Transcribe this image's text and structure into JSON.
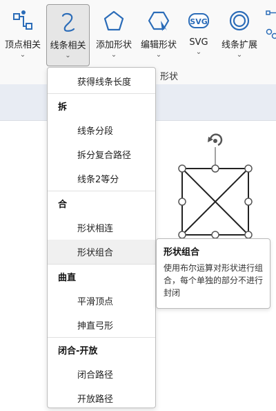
{
  "ribbon": {
    "buttons": [
      {
        "label": "顶点相关",
        "icon": "vertex-icon"
      },
      {
        "label": "线条相关",
        "icon": "curve-line-icon",
        "active": true
      },
      {
        "label": "添加形状",
        "icon": "pentagon-icon"
      },
      {
        "label": "编辑形状",
        "icon": "edit-shape-icon"
      },
      {
        "label": "SVG",
        "icon": "svg-icon",
        "icon_text": "SVG"
      },
      {
        "label": "线条扩展",
        "icon": "circle-ring-icon"
      }
    ],
    "group_label": "形状",
    "accent": "#2b6cb8"
  },
  "menu": {
    "top_item": "获得线条长度",
    "sections": [
      {
        "header": "拆",
        "items": [
          "线条分段",
          "拆分复合路径",
          "线条2等分"
        ]
      },
      {
        "header": "合",
        "items": [
          "形状相连",
          "形状组合"
        ]
      },
      {
        "header": "曲直",
        "items": [
          "平滑顶点",
          "抻直弓形"
        ]
      },
      {
        "header": "闭合-开放",
        "items": [
          "闭合路径",
          "开放路径"
        ]
      }
    ],
    "hovered_item": "形状组合"
  },
  "tooltip": {
    "title": "形状组合",
    "description": "使用布尔运算对形状进行组合，每个单独的部分不进行封闭"
  }
}
